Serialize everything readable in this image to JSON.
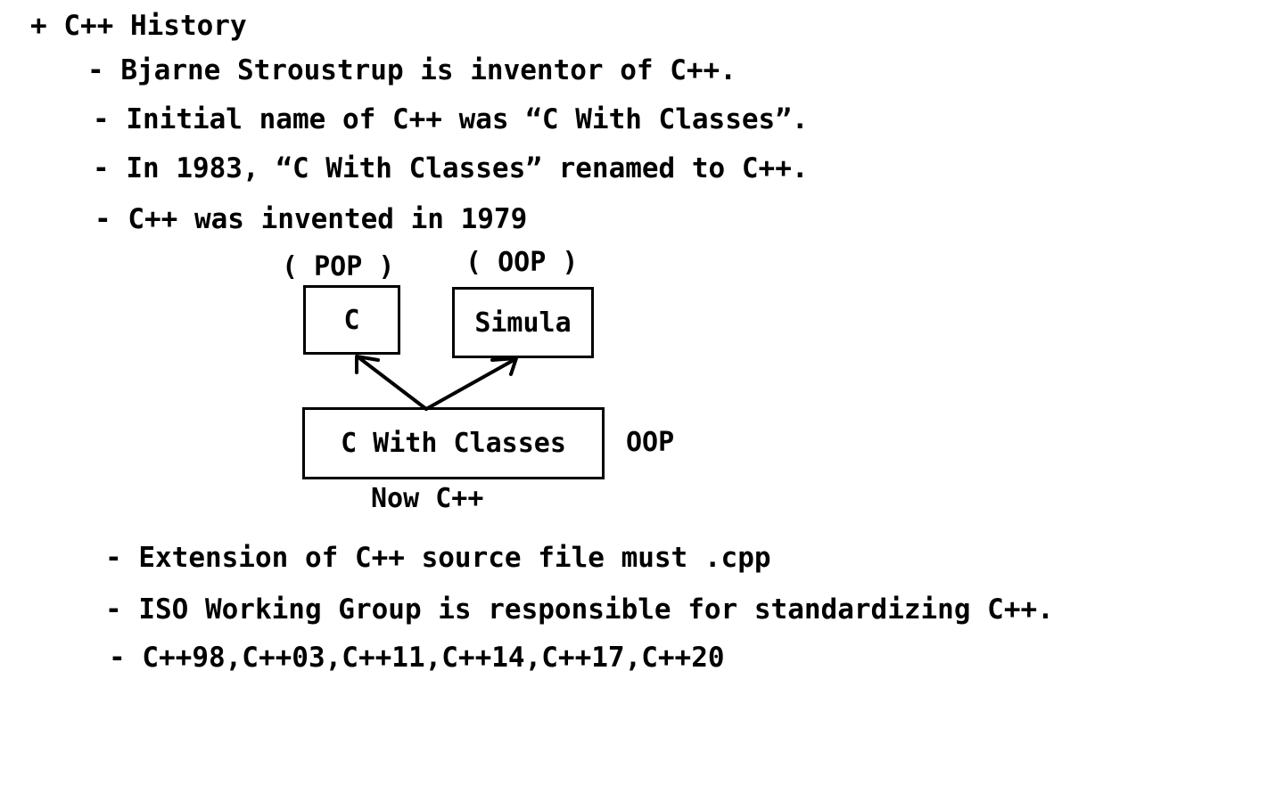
{
  "title": "+ C++ History",
  "bullets_top": [
    "- Bjarne Stroustrup is inventor of C++.",
    "- Initial name of C++ was “C With Classes”.",
    "- In 1983, “C With Classes” renamed to C++.",
    "- C++ was invented in 1979"
  ],
  "diagram": {
    "pop_label": "( POP )",
    "oop_label_top": "( OOP )",
    "box_c": "C",
    "box_simula": "Simula",
    "box_cwc": "C With Classes",
    "oop_label_side": "OOP",
    "now_label": "Now C++"
  },
  "bullets_bottom": [
    "- Extension of C++ source file must .cpp",
    "- ISO Working Group is responsible for standardizing C++.",
    "- C++98,C++03,C++11,C++14,C++17,C++20"
  ]
}
